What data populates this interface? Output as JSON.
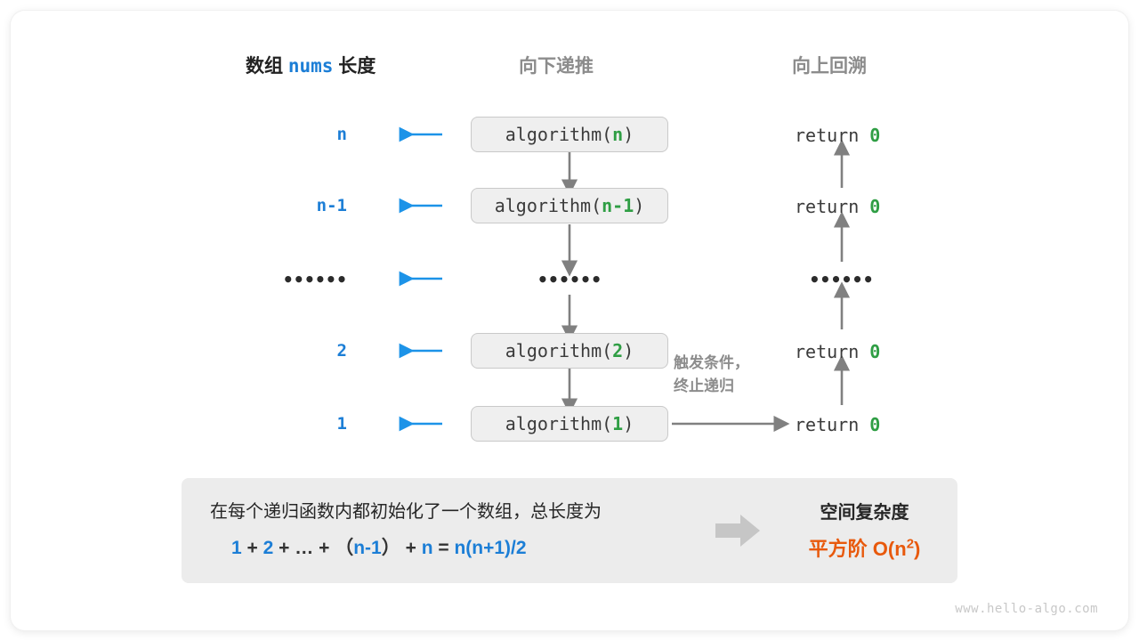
{
  "headers": {
    "left_prefix": "数组",
    "left_mono": "nums",
    "left_suffix": "长度",
    "middle": "向下递推",
    "right": "向上回溯"
  },
  "rows": [
    {
      "length": "n",
      "call_prefix": "algorithm(",
      "call_arg": "n",
      "call_suffix": ")",
      "return_text": "return",
      "return_value": "0"
    },
    {
      "length": "n-1",
      "call_prefix": "algorithm(",
      "call_arg": "n-1",
      "call_suffix": ")",
      "return_text": "return",
      "return_value": "0"
    },
    {
      "length": "••••••",
      "call_prefix": "••••••",
      "call_arg": "",
      "call_suffix": "",
      "return_text": "••••••",
      "return_value": ""
    },
    {
      "length": "2",
      "call_prefix": "algorithm(",
      "call_arg": "2",
      "call_suffix": ")",
      "return_text": "return",
      "return_value": "0"
    },
    {
      "length": "1",
      "call_prefix": "algorithm(",
      "call_arg": "1",
      "call_suffix": ")",
      "return_text": "return",
      "return_value": "0"
    }
  ],
  "note": {
    "line1": "触发条件，",
    "line2": "终止递归"
  },
  "summary": {
    "description": "在每个递归函数内都初始化了一个数组，总长度为",
    "formula": {
      "t1": "1",
      "op1": "+",
      "t2": "2",
      "op2": "+",
      "t3": "…",
      "op3": "+",
      "lparen": "（",
      "t4": "n-1",
      "rparen": "）",
      "op4": "+",
      "t5": "n",
      "eq": "=",
      "result": "n(n+1)/2"
    },
    "complexity_title": "空间复杂度",
    "complexity_value_prefix": "平方阶",
    "complexity_value_big_o": "O(n",
    "complexity_value_exp": "2",
    "complexity_value_close": ")"
  },
  "watermark": "www.hello-algo.com",
  "colors": {
    "blue": "#1c7ed6",
    "green": "#2f9e44",
    "orange": "#e8590c",
    "gray_arrow": "#808080",
    "box_fill": "#efefef",
    "box_border": "#c9c9c9",
    "panel_fill": "#ececec",
    "heading_gray": "#8c8c8c"
  }
}
